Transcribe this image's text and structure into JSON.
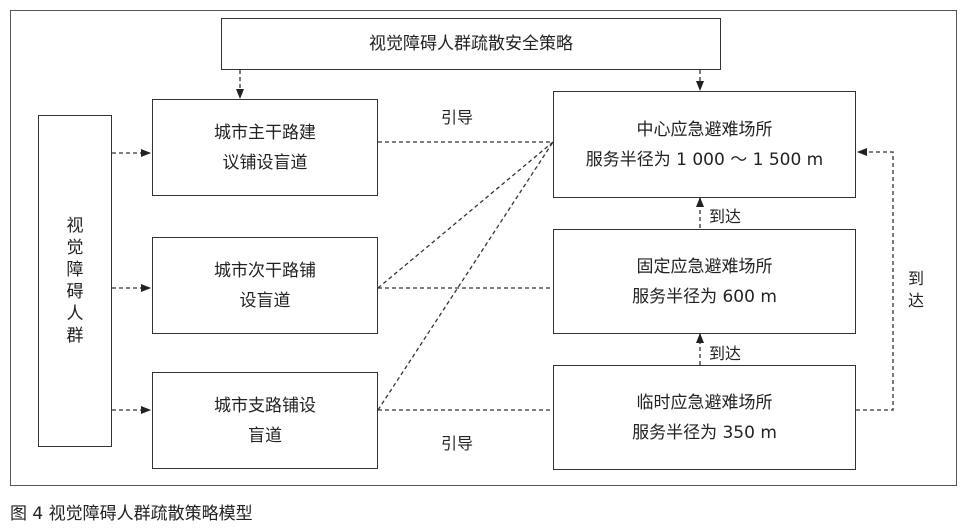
{
  "strategy_box": {
    "text": "视觉障碍人群疏散安全策略"
  },
  "people_box": {
    "chars": [
      "视",
      "觉",
      "障",
      "碍",
      "人",
      "群"
    ]
  },
  "roads": {
    "main": {
      "line1": "城市主干路建",
      "line2": "议铺设盲道"
    },
    "secondary": {
      "line1": "城市次干路铺",
      "line2": "设盲道"
    },
    "branch": {
      "line1": "城市支路铺设",
      "line2": "盲道"
    }
  },
  "shelters": {
    "central": {
      "line1": "中心应急避难场所",
      "line2": "服务半径为 1 000 ～ 1 500 m"
    },
    "fixed": {
      "line1": "固定应急避难场所",
      "line2": "服务半径为 600 m"
    },
    "temporary": {
      "line1": "临时应急避难场所",
      "line2": "服务半径为 350 m"
    }
  },
  "labels": {
    "guide_top": "引导",
    "guide_bottom": "引导",
    "arrive_1": "到达",
    "arrive_2": "到达",
    "arrive_right": [
      "到",
      "达"
    ]
  },
  "caption": "图 4  视觉障碍人群疏散策略模型"
}
